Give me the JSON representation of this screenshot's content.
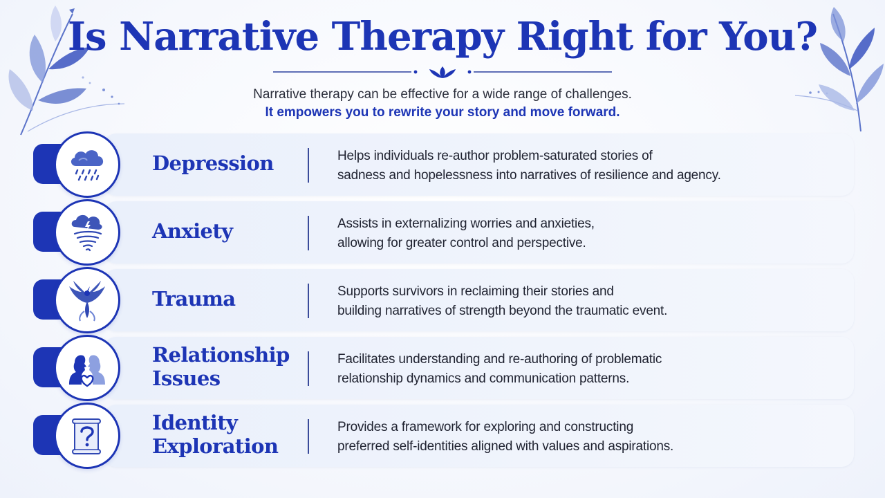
{
  "header": {
    "title": "Is Narrative Therapy Right for You?",
    "subtitle": "Narrative therapy can be effective for a wide range of challenges.",
    "tagline": "It empowers you to rewrite your story and move forward."
  },
  "colors": {
    "accent": "#1d35b5",
    "text": "#1f2230",
    "card": "#eef2fb"
  },
  "rows": [
    {
      "icon": "rain-cloud-icon",
      "name_lines": [
        "Depression"
      ],
      "desc_lines": [
        "Helps individuals re-author problem-saturated stories of",
        "sadness and hopelessness into narratives of resilience and agency."
      ]
    },
    {
      "icon": "storm-tornado-icon",
      "name_lines": [
        "Anxiety"
      ],
      "desc_lines": [
        "Assists in externalizing worries and anxieties,",
        "allowing for greater control and perspective."
      ]
    },
    {
      "icon": "phoenix-icon",
      "name_lines": [
        "Trauma"
      ],
      "desc_lines": [
        "Supports survivors in reclaiming their stories and",
        "building narratives of strength beyond the traumatic event."
      ]
    },
    {
      "icon": "two-faces-heart-icon",
      "name_lines": [
        "Relationship",
        "Issues"
      ],
      "desc_lines": [
        "Facilitates understanding and re-authoring of problematic",
        "relationship dynamics and communication patterns."
      ]
    },
    {
      "icon": "question-scroll-icon",
      "name_lines": [
        "Identity",
        "Exploration"
      ],
      "desc_lines": [
        "Provides a framework for exploring and constructing",
        "preferred self-identities aligned with values and aspirations."
      ]
    }
  ]
}
